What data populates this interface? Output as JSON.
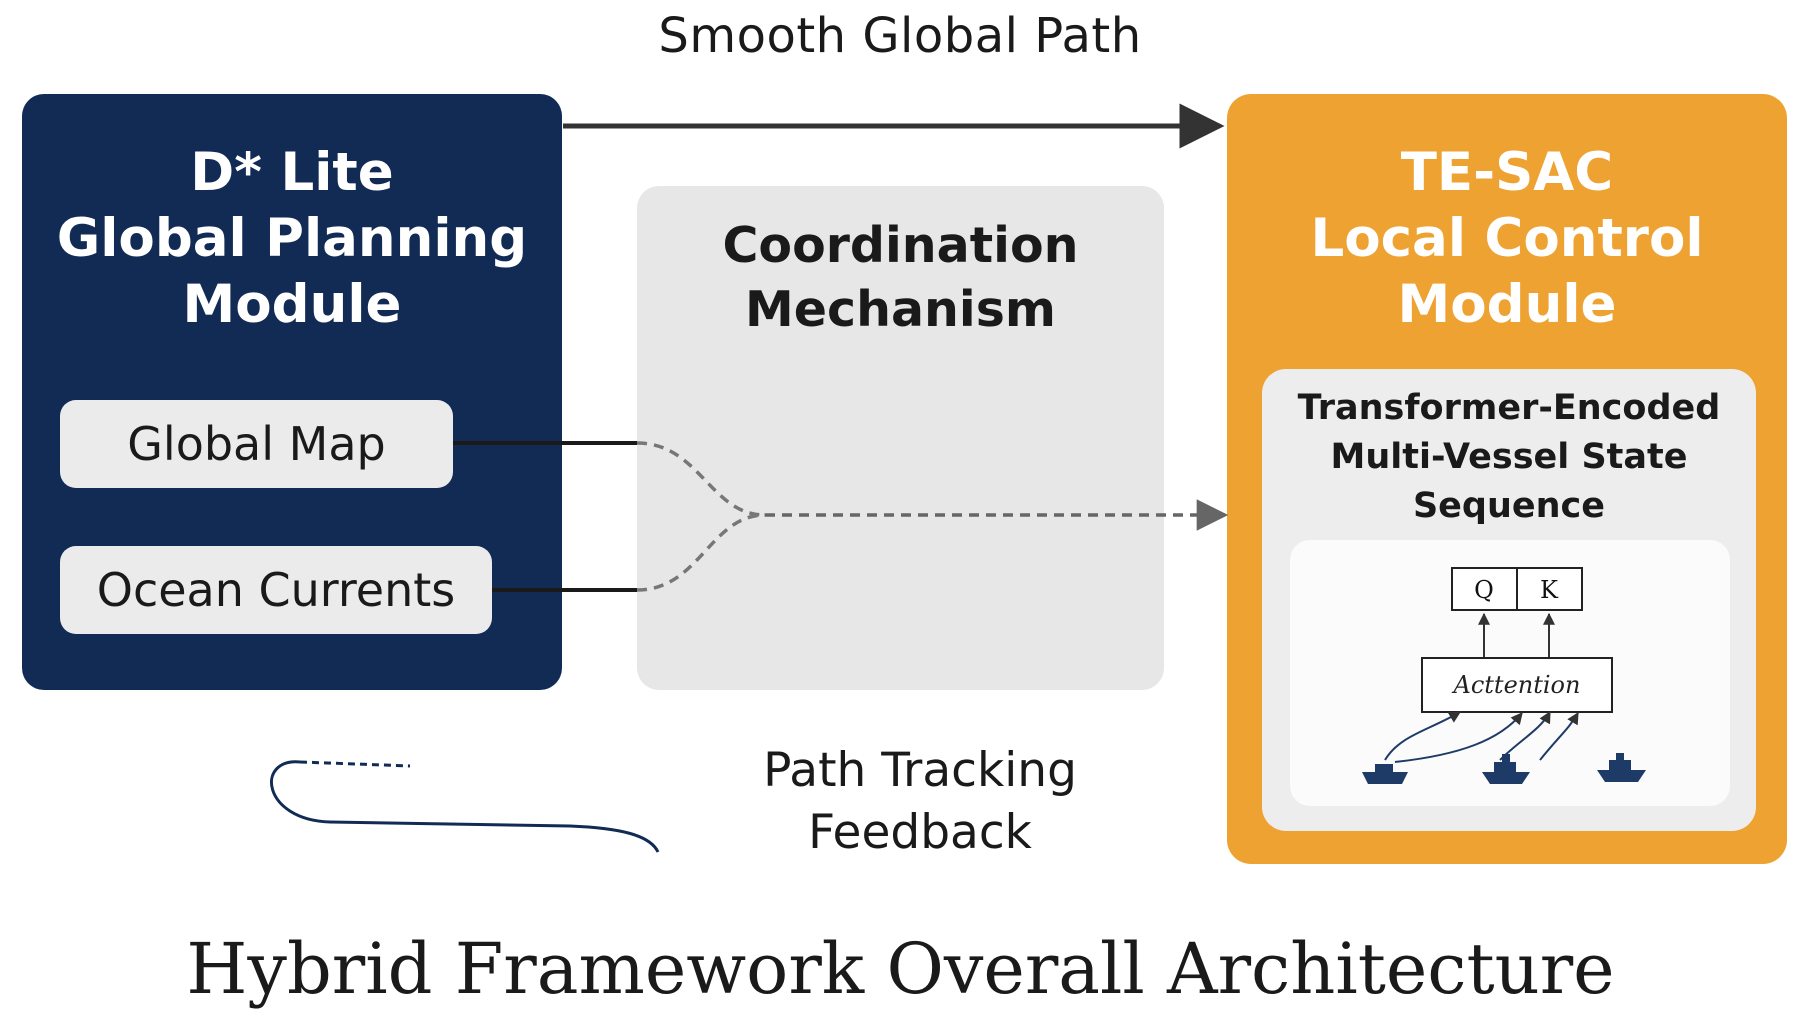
{
  "top_label": "Smooth Global Path",
  "left_module": {
    "title_line1": "D* Lite",
    "title_line2": "Global Planning",
    "title_line3": "Module",
    "chips": [
      "Global Map",
      "Ocean Currents"
    ],
    "color": "#112b55"
  },
  "coordination": {
    "line1": "Coordination",
    "line2": "Mechanism",
    "color": "#e7e7e7"
  },
  "right_module": {
    "title_line1": "TE-SAC",
    "title_line2": "Local Control",
    "title_line3": "Module",
    "color": "#eea232",
    "inner": {
      "line1": "Transformer-Encoded",
      "line2": "Multi-Vessel State",
      "line3": "Sequence"
    },
    "attention_box": {
      "q": "Q",
      "k": "K",
      "label": "Acttention"
    }
  },
  "feedback": {
    "line1": "Path Tracking",
    "line2": "Feedback"
  },
  "main_title": "Hybrid Framework Overall Architecture"
}
